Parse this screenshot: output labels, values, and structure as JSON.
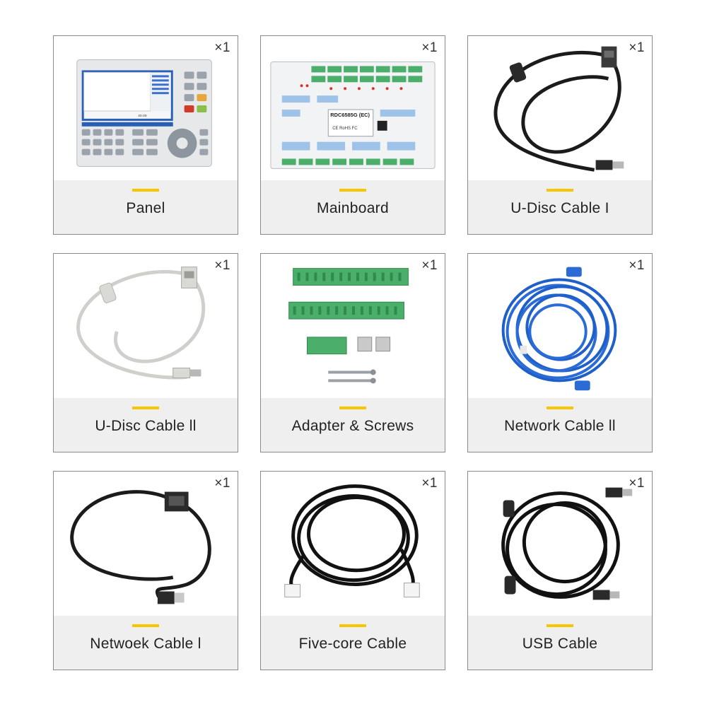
{
  "items": [
    {
      "name": "Panel",
      "qty": "×1",
      "icon": "control-panel-icon"
    },
    {
      "name": "Mainboard",
      "qty": "×1",
      "icon": "mainboard-icon"
    },
    {
      "name": "U-Disc Cable I",
      "qty": "×1",
      "icon": "usb-cable-black-icon"
    },
    {
      "name": "U-Disc Cable ll",
      "qty": "×1",
      "icon": "usb-cable-white-icon"
    },
    {
      "name": "Adapter & Screws",
      "qty": "×1",
      "icon": "terminal-blocks-screws-icon"
    },
    {
      "name": "Network Cable ll",
      "qty": "×1",
      "icon": "blue-network-cable-icon"
    },
    {
      "name": "Netwoek Cable l",
      "qty": "×1",
      "icon": "black-network-cable-icon"
    },
    {
      "name": "Five-core Cable",
      "qty": "×1",
      "icon": "five-core-cable-icon"
    },
    {
      "name": "USB Cable",
      "qty": "×1",
      "icon": "usb-cable-icon"
    }
  ],
  "panel_screen": {
    "footer_value": "40.00"
  },
  "mainboard": {
    "model": "RDC6585G (EC)",
    "cert": "CE  RoHS  FC"
  },
  "colors": {
    "accent": "#f7c600",
    "band": "#efefef",
    "border": "#8a8a8a",
    "terminal_green": "#4cae6b",
    "network_blue": "#1f5fc9"
  }
}
